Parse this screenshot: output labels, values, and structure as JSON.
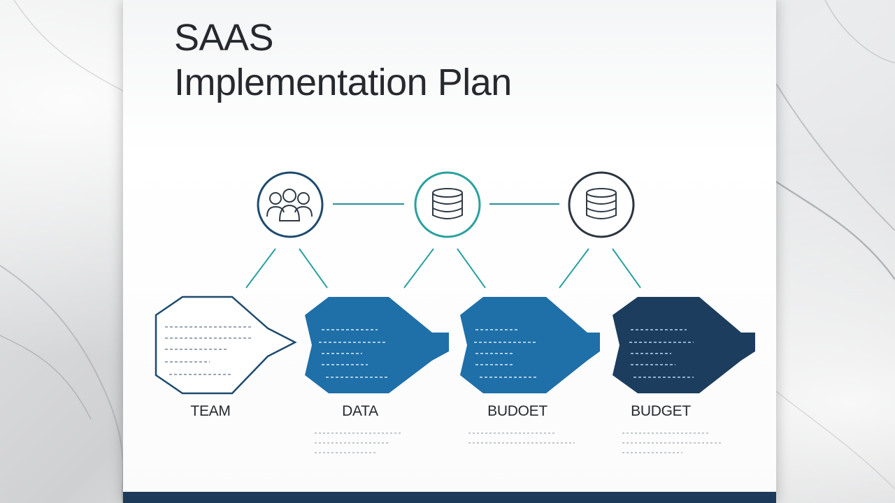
{
  "title": {
    "line1": "SAAS",
    "line2": "Implementation Plan"
  },
  "nodes": [
    {
      "icon": "team-icon",
      "label": "TEAM"
    },
    {
      "icon": "database-icon",
      "label": "DATA"
    },
    {
      "icon": "database-icon",
      "label": "BUDOET"
    },
    {
      "icon": "",
      "label": "BUDGET"
    }
  ],
  "colors": {
    "outline_hex": "#1e4a6e",
    "hex_blue": "#1f6fa8",
    "hex_dark": "#1c3d5e",
    "teal_line": "#2aa0a0",
    "footer": "#1e3a5a"
  }
}
